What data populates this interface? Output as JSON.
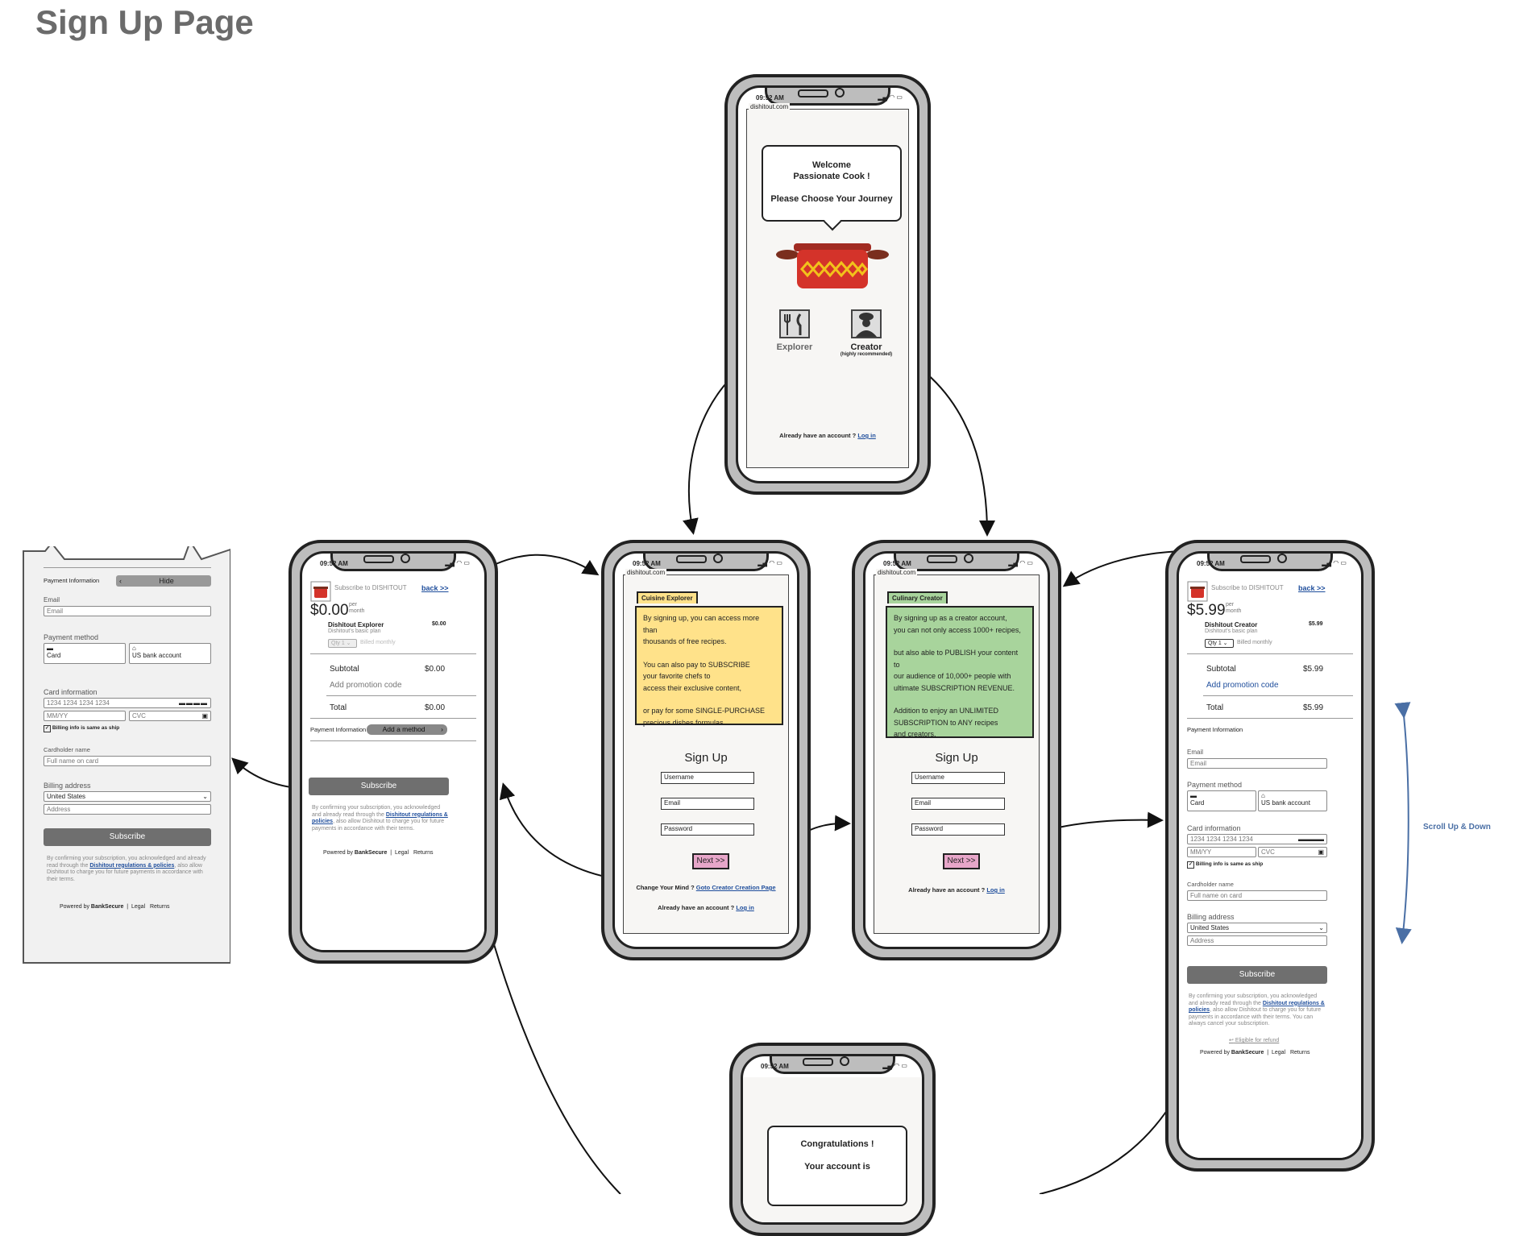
{
  "page_title": "Sign Up Page",
  "status_time": "09:52 AM",
  "url": "dishitout.com",
  "welcome": {
    "line1": "Welcome",
    "line2": "Passionate Cook !",
    "line3": "Please Choose Your Journey",
    "explorer": "Explorer",
    "creator": "Creator",
    "creator_note": "(highly recommended)",
    "already": "Already have an account ?",
    "login": "Log in"
  },
  "explorer_signup": {
    "tab": "Cuisine Explorer",
    "note_1": "By signing up, you can access more than",
    "note_2": "thousands of free recipes.",
    "note_3": "You can also pay to SUBSCRIBE",
    "note_4": "your favorite chefs to",
    "note_5": "access their exclusive content,",
    "note_6": "or pay for some SINGLE-PURCHASE",
    "note_7": "precious dishes formulas",
    "heading": "Sign Up",
    "username": "Username",
    "email": "Email",
    "password": "Password",
    "next": "Next >>",
    "change_mind": "Change Your Mind ?",
    "goto_creator": "Goto Creator Creation Page",
    "already": "Already have an account ?",
    "login": "Log in"
  },
  "creator_signup": {
    "tab": "Culinary Creator",
    "note_1": "By signing up as a creator account,",
    "note_2": "you can not only access 1000+ recipes,",
    "note_3": "but also able to PUBLISH your content to",
    "note_4": "our audience of 10,000+ people with",
    "note_5": "ultimate SUBSCRIPTION REVENUE.",
    "note_6": "Addition to enjoy an UNLIMITED",
    "note_7": "SUBSCRIPTION to ANY recipes",
    "note_8": "and creators.",
    "heading": "Sign Up",
    "username": "Username",
    "email": "Email",
    "password": "Password",
    "next": "Next >>",
    "already": "Already have an account ?",
    "login": "Log in"
  },
  "explorer_pay": {
    "subscribe_to": "Subscribe to DISHITOUT",
    "back": "back >>",
    "price": "$0.00",
    "per": "per",
    "month": "month",
    "plan": "Dishitout Explorer",
    "plan_desc": "Dishitout's basic plan",
    "plan_price": "$0.00",
    "qty": "Qty 1",
    "billed": "Billed monthly",
    "subtotal_label": "Subtotal",
    "subtotal": "$0.00",
    "promo": "Add promotion code",
    "total_label": "Total",
    "total": "$0.00",
    "payment_info": "Payment Information",
    "add_method": "Add a method",
    "subscribe": "Subscribe",
    "legal_1": "By confirming your subscription, you acknowledged",
    "legal_2": "and already read through the",
    "legal_link": "Dishitout regulations & policies",
    "legal_3": ", also allow Dishitout to charge you for future",
    "legal_4": "payments in accordance with their terms.",
    "powered": "Powered by",
    "bank": "BankSecure",
    "legal": "Legal",
    "returns": "Returns"
  },
  "payment_panel": {
    "payment_info": "Payment Information",
    "hide": "Hide",
    "email_label": "Email",
    "email_ph": "Email",
    "method_label": "Payment method",
    "card": "Card",
    "bank": "US bank account",
    "card_info": "Card information",
    "card_ph": "1234 1234 1234 1234",
    "mmyy": "MM/YY",
    "cvc": "CVC",
    "billing_same": "Billing info is same as ship",
    "cardholder": "Cardholder name",
    "cardholder_ph": "Full name on card",
    "billing_label": "Billing address",
    "country": "United States",
    "address_ph": "Address",
    "subscribe": "Subscribe",
    "legal_1": "By confirming your subscription, you acknowledged",
    "legal_2": "and already read through the",
    "legal_link": "Dishitout regulations & policies",
    "legal_3": ", also allow Dishitout to charge you for future",
    "legal_4": "payments in accordance with their terms.",
    "powered": "Powered by",
    "banksec": "BankSecure",
    "legal": "Legal",
    "returns": "Returns"
  },
  "creator_pay": {
    "subscribe_to": "Subscribe to DISHITOUT",
    "back": "back >>",
    "price": "$5.99",
    "per": "per",
    "month": "month",
    "plan": "Dishitout Creator",
    "plan_desc": "Dishitout's basic plan",
    "plan_price": "$5.99",
    "qty": "Qty 1",
    "billed": "Billed monthly",
    "subtotal_label": "Subtotal",
    "subtotal": "$5.99",
    "promo": "Add promotion code",
    "total_label": "Total",
    "total": "$5.99",
    "payment_info": "Payment Information",
    "email_label": "Email",
    "email_ph": "Email",
    "method_label": "Payment method",
    "card": "Card",
    "bank": "US bank account",
    "card_info": "Card information",
    "card_ph": "1234 1234 1234 1234",
    "mmyy": "MM/YY",
    "cvc": "CVC",
    "billing_same": "Billing info is same as ship",
    "cardholder": "Cardholder name",
    "cardholder_ph": "Full name on card",
    "billing_label": "Billing address",
    "country": "United States",
    "address_ph": "Address",
    "subscribe": "Subscribe",
    "legal_1": "By confirming your subscription, you acknowledged",
    "legal_2": "and already read through the",
    "legal_link": "Dishitout regulations & policies",
    "legal_3": ", also allow Dishitout to charge you for future",
    "legal_4": "payments in accordance with their terms. You can",
    "legal_5": "always cancel your subscription.",
    "refund": "Eligible for refund",
    "powered": "Powered by",
    "bank_name": "BankSecure",
    "legal": "Legal",
    "returns": "Returns"
  },
  "congrats": {
    "line1": "Congratulations !",
    "line2": "Your account is"
  },
  "scroll_note": "Scroll Up & Down"
}
